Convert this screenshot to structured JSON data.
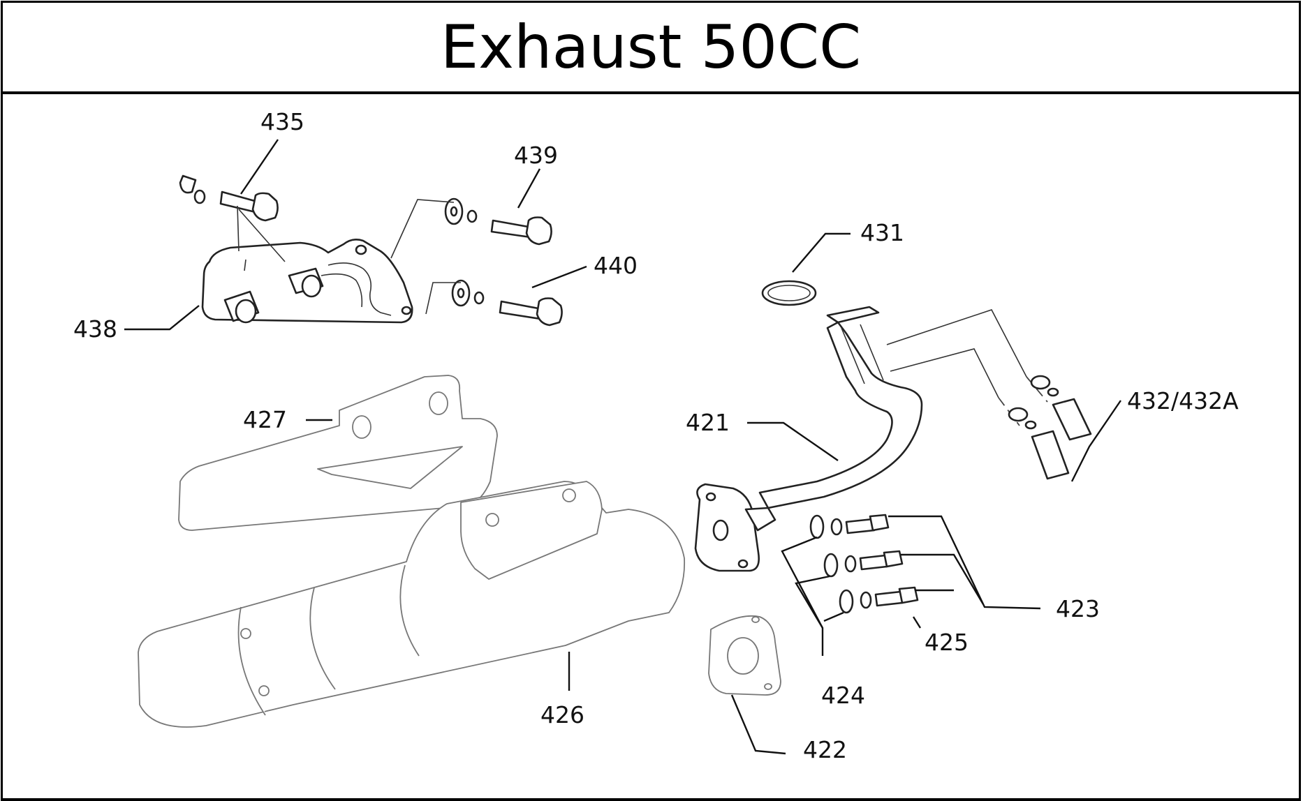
{
  "title": "Exhaust 50CC",
  "callouts": {
    "c435": "435",
    "c439": "439",
    "c440": "440",
    "c438": "438",
    "c431": "431",
    "c427": "427",
    "c421": "421",
    "c432": "432/432A",
    "c423": "423",
    "c425": "425",
    "c424": "424",
    "c426": "426",
    "c422": "422"
  }
}
